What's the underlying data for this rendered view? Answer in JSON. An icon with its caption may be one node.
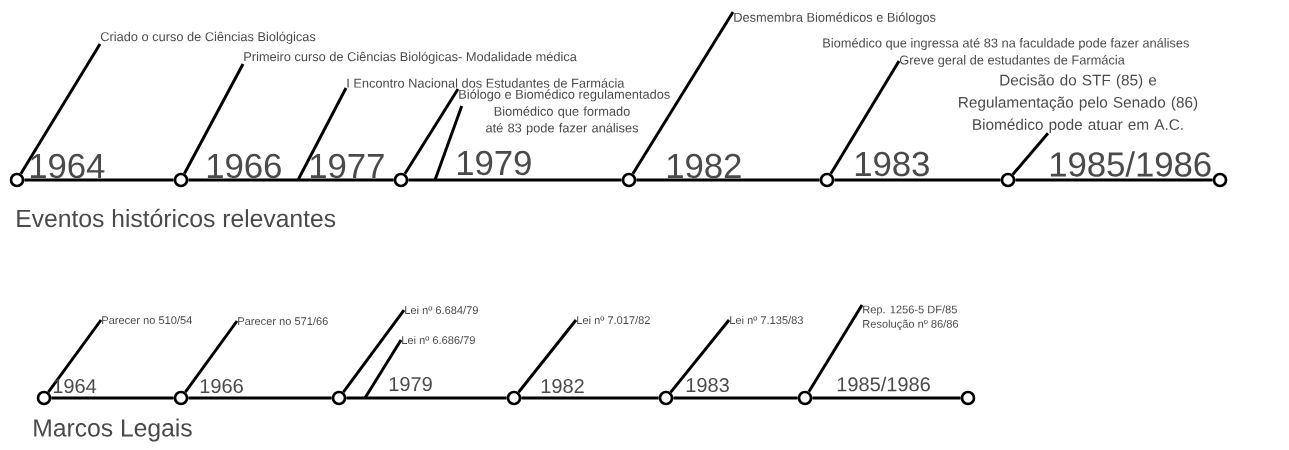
{
  "diagram": {
    "nodes": [
      {
        "text": [],
        "shape": "circle"
      },
      {
        "text": [],
        "shape": "circle"
      },
      {
        "text": [],
        "shape": "circle"
      },
      {
        "text": [],
        "shape": "circle"
      },
      {
        "text": [],
        "shape": "circle"
      },
      {
        "text": [],
        "shape": "circle"
      },
      {
        "text": [],
        "shape": "circle"
      },
      {
        "text": [
          "Criado o curso de Ciências Biológicas"
        ]
      },
      {
        "text": [
          "Primeiro curso de Ciências Biológicas- Modalidade médica"
        ]
      },
      {
        "text": [
          "I Encontro Nacional dos Estudantes de Farmácia"
        ]
      },
      {
        "text": [
          "Biólogo e Biomédico regulamentados"
        ]
      },
      {
        "text": [
          "Biomédico que formado até 83 pode fazer análises"
        ]
      },
      {
        "text": [
          "Desmembra Biomédicos e Biólogos"
        ]
      },
      {
        "text": [
          "Greve geral de estudantes de Farmácia"
        ]
      },
      {
        "text": [
          "Decisão do STF (85) e Regulamentação pelo Senado (86) Biomédico pode atuar em A.C."
        ]
      },
      {
        "text": [],
        "shape": "circle"
      },
      {
        "text": [],
        "shape": "circle"
      },
      {
        "text": [],
        "shape": "circle"
      },
      {
        "text": [],
        "shape": "circle"
      },
      {
        "text": [],
        "shape": "circle"
      },
      {
        "text": [],
        "shape": "circle"
      },
      {
        "text": [],
        "shape": "circle"
      },
      {
        "text": [
          "Parecer no 510/54"
        ]
      },
      {
        "text": [
          "Parecer no 571/66"
        ]
      },
      {
        "text": [
          "Lei nº 6.684/79"
        ]
      },
      {
        "text": [
          "Lei nº 6.686/79"
        ]
      },
      {
        "text": [
          "Lei nº 7.017/82"
        ]
      },
      {
        "text": [
          "Lei nº 7.135/83"
        ]
      },
      {
        "text": [
          "Rep. 1256-5 DF/85",
          "Resolução nº 86/86"
        ]
      }
    ],
    "edges": [
      {
        "from": 0,
        "to": 1,
        "arrow": "none"
      },
      {
        "from": 1,
        "to": 2,
        "arrow": "none"
      },
      {
        "from": 2,
        "to": 3,
        "arrow": "none"
      },
      {
        "from": 3,
        "to": 4,
        "arrow": "none"
      },
      {
        "from": 4,
        "to": 5,
        "arrow": "none"
      },
      {
        "from": 5,
        "to": 6,
        "arrow": "none"
      },
      {
        "from": 7,
        "to": 0,
        "arrow": "none"
      },
      {
        "from": 8,
        "to": 1,
        "arrow": "none"
      },
      {
        "from": 9,
        "to": null,
        "arrow": "none"
      },
      {
        "from": 10,
        "to": 2,
        "arrow": "none"
      },
      {
        "from": 11,
        "to": null,
        "arrow": "none"
      },
      {
        "from": 12,
        "to": 3,
        "arrow": "none"
      },
      {
        "from": 13,
        "to": 4,
        "arrow": "none"
      },
      {
        "from": 14,
        "to": 5,
        "arrow": "none"
      },
      {
        "from": 15,
        "to": 16,
        "arrow": "none"
      },
      {
        "from": 16,
        "to": 17,
        "arrow": "none"
      },
      {
        "from": 17,
        "to": 18,
        "arrow": "none"
      },
      {
        "from": 18,
        "to": 19,
        "arrow": "none"
      },
      {
        "from": 19,
        "to": 20,
        "arrow": "none"
      },
      {
        "from": 20,
        "to": 21,
        "arrow": "none"
      },
      {
        "from": 22,
        "to": 15,
        "arrow": "none"
      },
      {
        "from": 23,
        "to": 16,
        "arrow": "none"
      },
      {
        "from": 24,
        "to": 17,
        "arrow": "none"
      },
      {
        "from": 25,
        "to": null,
        "arrow": "none"
      },
      {
        "from": 26,
        "to": 18,
        "arrow": "none"
      },
      {
        "from": 27,
        "to": 19,
        "arrow": "none"
      },
      {
        "from": 28,
        "to": 20,
        "arrow": "none"
      }
    ],
    "labels": [
      "Biomédico que ingressa até 83 na faculdade pode fazer análises",
      "1964",
      "1966",
      "1977",
      "1979",
      "1982",
      "1983",
      "1985/1986",
      "Eventos históricos relevantes",
      "1964",
      "1966",
      "1979",
      "1982",
      "1983",
      "1985/1986",
      "Marcos Legais"
    ]
  }
}
